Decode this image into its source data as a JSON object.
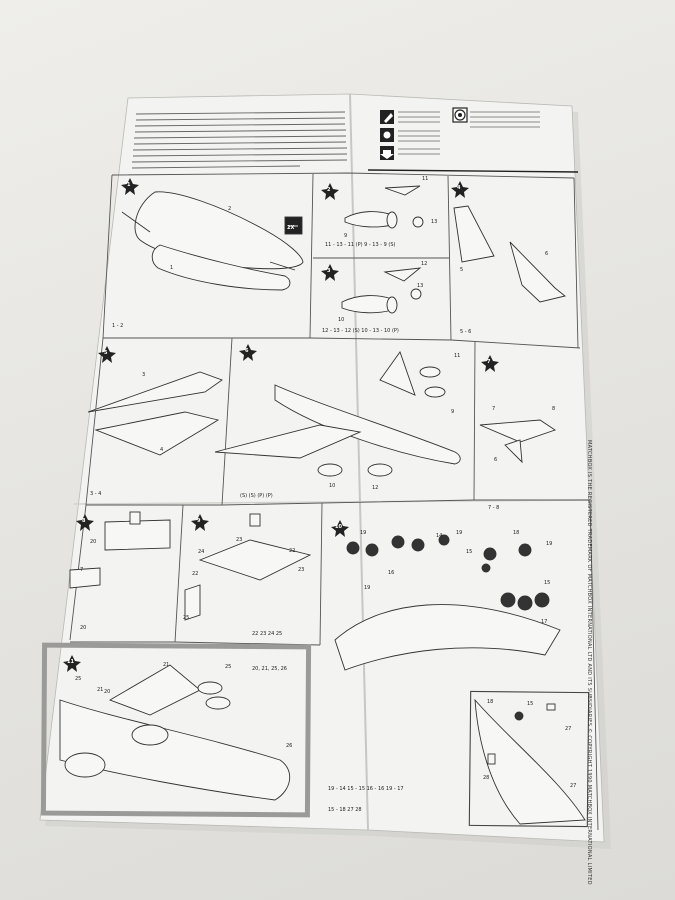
{
  "steps": [
    "1",
    "2",
    "3",
    "4",
    "5",
    "6",
    "7",
    "8",
    "9",
    "10",
    "11"
  ],
  "step_parts": {
    "s1": "1 - 2",
    "s2": "11 - 13 - 11 (P)   9 - 13 - 9 (S)",
    "s3": "12 - 13 - 12 (S)   10 - 13 - 10 (P)",
    "s4": "5 - 6",
    "s5": "3 - 4",
    "s6": "(S)  (S)   (P)   (P)",
    "s7": "7 - 8",
    "s8": "20",
    "s9": "22  23  24  25",
    "s10a": "19 - 14  15 - 15  16 - 16  19 - 17",
    "s10b": "15 - 18  27  28",
    "s11": "20, 21, 25, 26"
  },
  "part_numbers": {
    "s1": [
      "2",
      "1"
    ],
    "s2": [
      "11",
      "9",
      "13"
    ],
    "s3": [
      "12",
      "10",
      "13"
    ],
    "s4": [
      "6",
      "5"
    ],
    "s5": [
      "3",
      "4"
    ],
    "s6": [
      "9",
      "11",
      "12",
      "10"
    ],
    "s7": [
      "8",
      "6",
      "7"
    ],
    "s8": [
      "20",
      "7"
    ],
    "s9": [
      "23",
      "24",
      "22",
      "22",
      "25",
      "23"
    ],
    "s10": [
      "19",
      "14",
      "19",
      "18",
      "16",
      "15",
      "19",
      "15",
      "17",
      "19"
    ],
    "s11": [
      "25",
      "21",
      "20",
      "21",
      "25",
      "26"
    ],
    "s10inset": [
      "18",
      "15",
      "27",
      "28",
      "27"
    ]
  },
  "side_note": "MATCHBOX IS THE REGISTERED TRADEMARK OF MATCHBOX INTERNATIONAL LTD AND ITS SUBSIDIARIES © COPYRIGHT 1990 MATCHBOX INTERNATIONAL LIMITED",
  "badge_glue": "2X",
  "icons": [
    "glue-bottle-icon",
    "cement-icon",
    "target-icon",
    "arrow-down-icon",
    "star-step-icon"
  ],
  "colors": {
    "paper": "#f3f3f1",
    "ink": "#222222",
    "shadow": "#d7d6d2",
    "frame": "#9a9a98"
  }
}
